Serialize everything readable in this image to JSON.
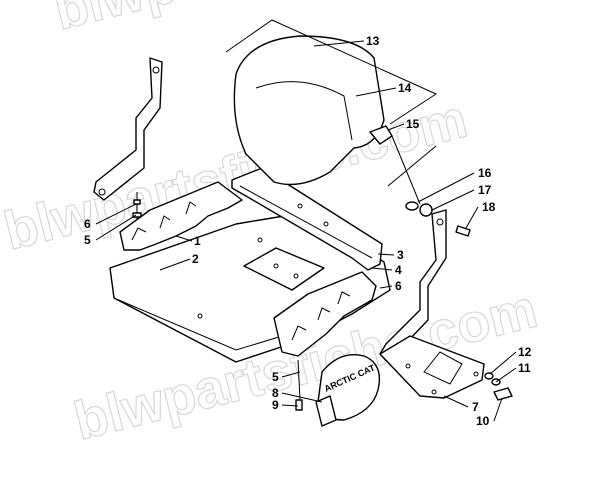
{
  "watermark": "blwpartsfiche.com",
  "logo_text": "ARCTIC CAT",
  "callouts": [
    "1",
    "2",
    "3",
    "4",
    "5",
    "5",
    "6",
    "6",
    "7",
    "8",
    "9",
    "10",
    "11",
    "12",
    "13",
    "14",
    "15",
    "16",
    "17",
    "18"
  ]
}
